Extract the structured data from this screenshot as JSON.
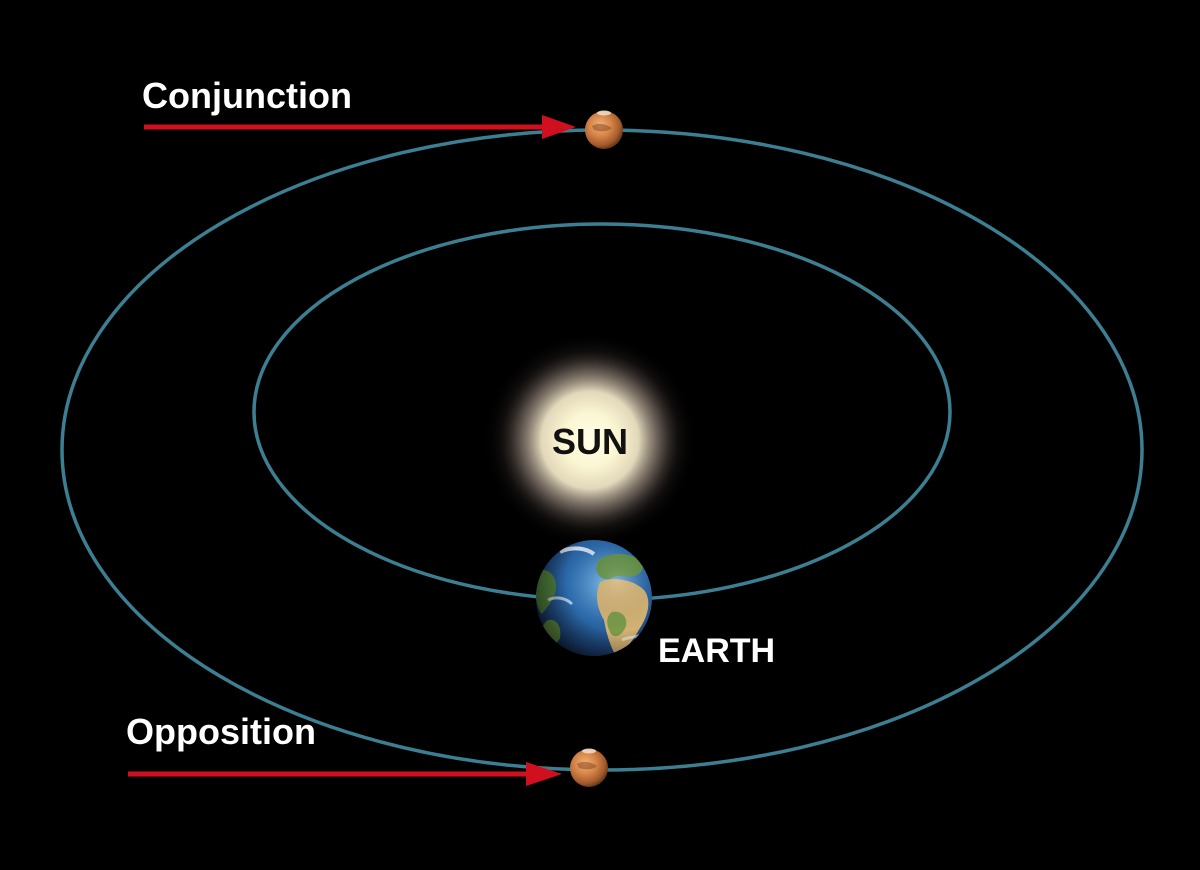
{
  "labels": {
    "conjunction": "Conjunction",
    "opposition": "Opposition",
    "sun": "SUN",
    "earth": "EARTH"
  },
  "colors": {
    "background": "#000000",
    "orbit": "#3d7f92",
    "arrow": "#d0101e",
    "label_white": "#ffffff",
    "sun_label": "#111111",
    "sun_glow": "#fff6c8",
    "mars": "#c9753a",
    "earth_ocean": "#2b6aa8",
    "earth_land": "#c9a45f"
  }
}
